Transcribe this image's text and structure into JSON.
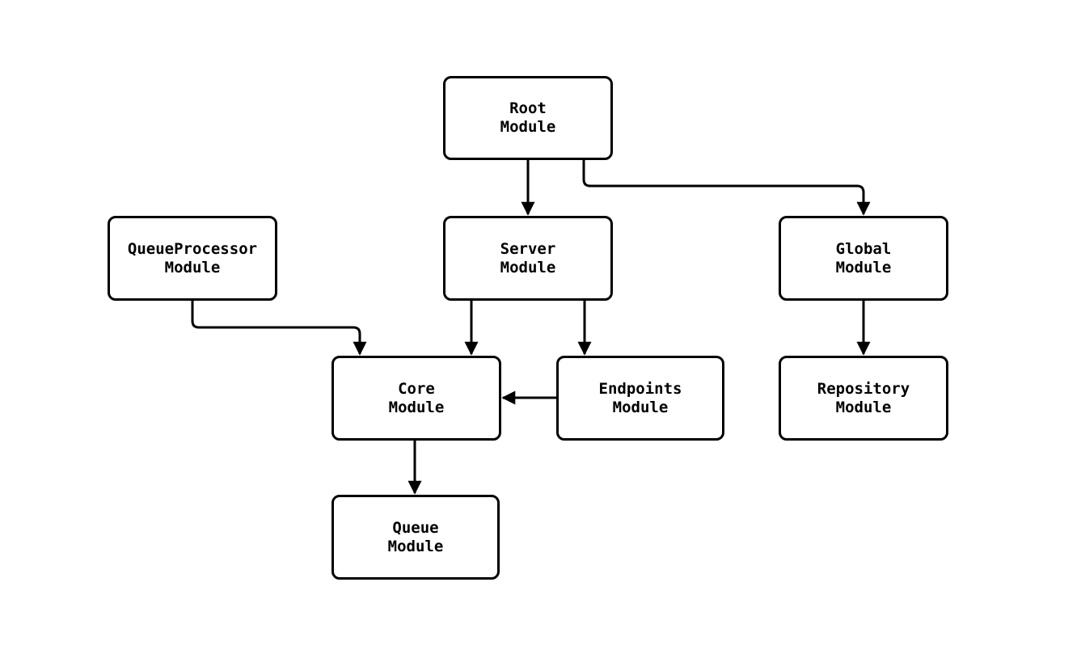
{
  "diagram": {
    "type": "module-dependency-diagram",
    "background_color": "#ffffff",
    "stroke_color": "#000000",
    "text_color": "#000000",
    "nodes": {
      "root": {
        "label": "Root\nModule"
      },
      "queueprocessor": {
        "label": "QueueProcessor\nModule"
      },
      "server": {
        "label": "Server\nModule"
      },
      "global": {
        "label": "Global\nModule"
      },
      "core": {
        "label": "Core\nModule"
      },
      "endpoints": {
        "label": "Endpoints\nModule"
      },
      "repository": {
        "label": "Repository\nModule"
      },
      "queue": {
        "label": "Queue\nModule"
      }
    },
    "edges": [
      {
        "from": "root",
        "to": "server"
      },
      {
        "from": "root",
        "to": "global"
      },
      {
        "from": "queueprocessor",
        "to": "core"
      },
      {
        "from": "server",
        "to": "core"
      },
      {
        "from": "server",
        "to": "endpoints"
      },
      {
        "from": "endpoints",
        "to": "core"
      },
      {
        "from": "global",
        "to": "repository"
      },
      {
        "from": "core",
        "to": "queue"
      }
    ]
  }
}
